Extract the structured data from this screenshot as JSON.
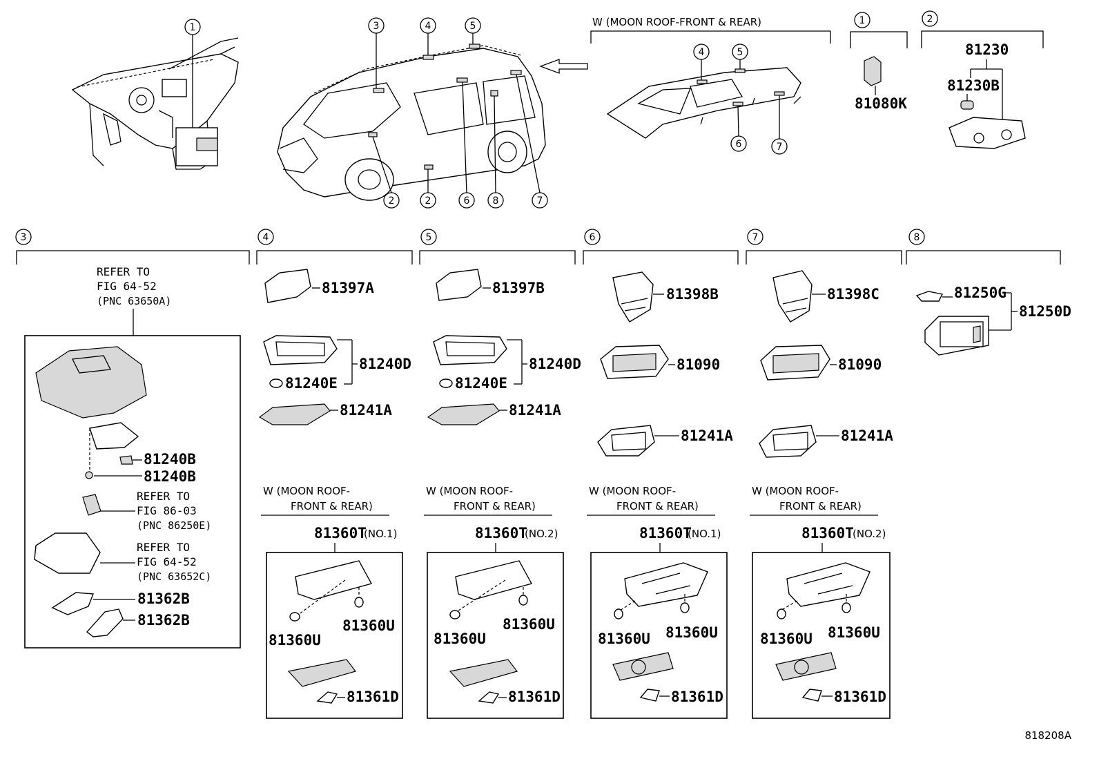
{
  "top": {
    "moon_roof_label": "W (MOON ROOF-FRONT & REAR)",
    "callouts_vehicle": [
      "1",
      "2",
      "3",
      "4",
      "5",
      "6",
      "7",
      "8"
    ]
  },
  "section1": {
    "id": "1",
    "part": "81080K"
  },
  "section2": {
    "id": "2",
    "parts": [
      "81230",
      "81230B"
    ]
  },
  "section3": {
    "id": "3",
    "refer1": [
      "REFER TO",
      "FIG 64-52",
      "(PNC 63650A)"
    ],
    "parts": [
      "81240B",
      "81240B",
      "81362B",
      "81362B"
    ],
    "refer2": [
      "REFER TO",
      "FIG 86-03",
      "(PNC 86250E)"
    ],
    "refer3": [
      "REFER TO",
      "FIG 64-52",
      "(PNC 63652C)"
    ]
  },
  "section4": {
    "id": "4",
    "parts": [
      "81397A",
      "81240D",
      "81240E",
      "81241A"
    ],
    "moon": [
      "W (MOON ROOF-",
      "FRONT & REAR)"
    ],
    "main": "81360T",
    "tag": "(NO.1)",
    "sub": [
      "81360U",
      "81360U",
      "81361D"
    ]
  },
  "section5": {
    "id": "5",
    "parts": [
      "81397B",
      "81240D",
      "81240E",
      "81241A"
    ],
    "moon": [
      "W (MOON ROOF-",
      "FRONT & REAR)"
    ],
    "main": "81360T",
    "tag": "(NO.2)",
    "sub": [
      "81360U",
      "81360U",
      "81361D"
    ]
  },
  "section6": {
    "id": "6",
    "parts": [
      "81398B",
      "81090",
      "81241A"
    ],
    "moon": [
      "W (MOON ROOF-",
      "FRONT & REAR)"
    ],
    "main": "81360T",
    "tag": "(NO.1)",
    "sub": [
      "81360U",
      "81360U",
      "81361D"
    ]
  },
  "section7": {
    "id": "7",
    "parts": [
      "81398C",
      "81090",
      "81241A"
    ],
    "moon": [
      "W (MOON ROOF-",
      "FRONT & REAR)"
    ],
    "main": "81360T",
    "tag": "(NO.2)",
    "sub": [
      "81360U",
      "81360U",
      "81361D"
    ]
  },
  "section8": {
    "id": "8",
    "parts": [
      "81250G",
      "81250D"
    ]
  },
  "figure_code": "818208A"
}
